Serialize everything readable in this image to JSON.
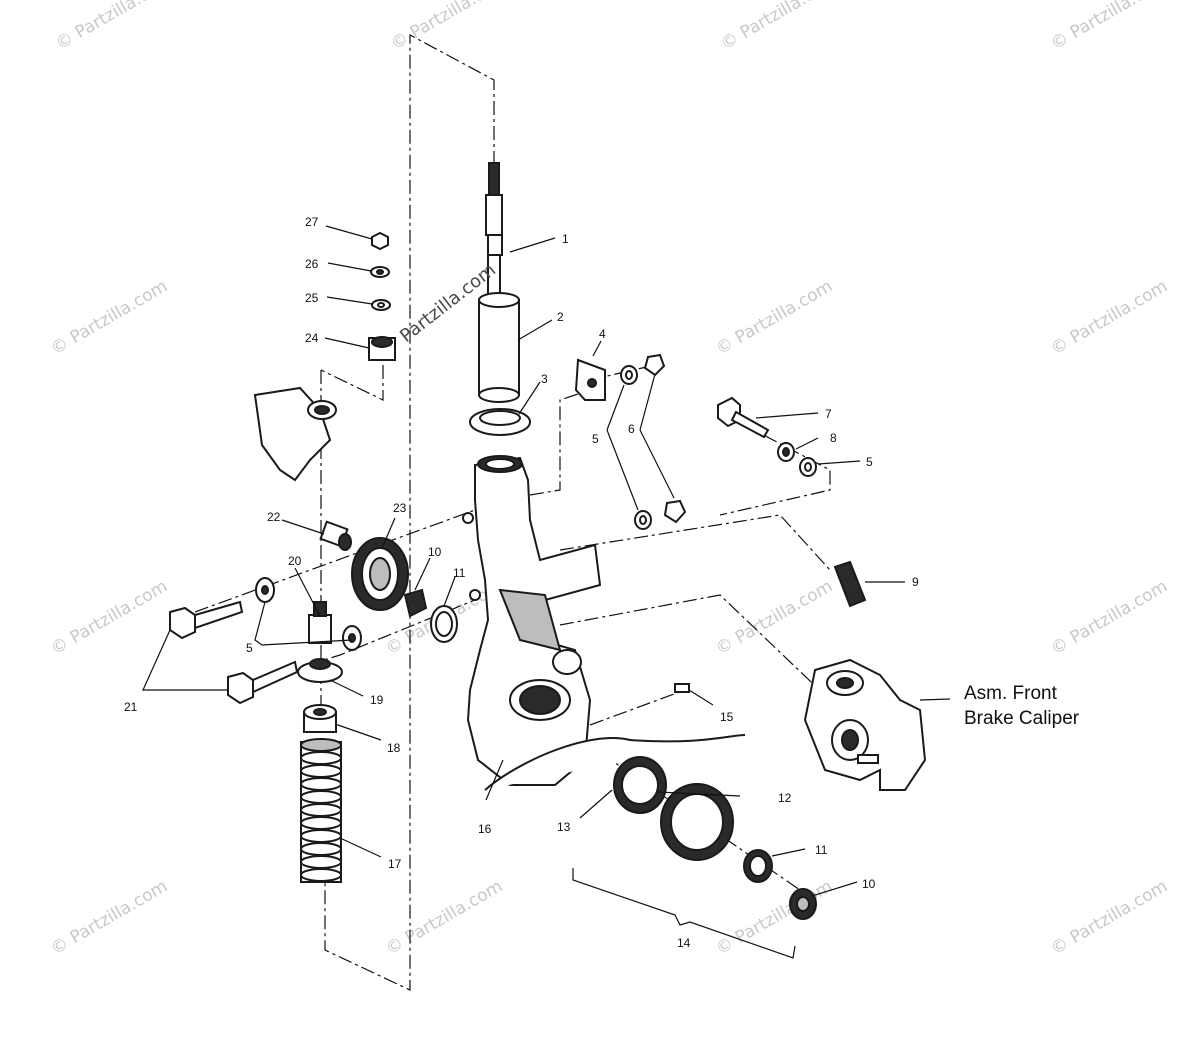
{
  "watermark": {
    "text": "© Partzilla.com",
    "overlay_text": "Partzilla.com"
  },
  "callouts": {
    "c1": "1",
    "c2": "2",
    "c3": "3",
    "c4": "4",
    "c5a": "5",
    "c5b": "5",
    "c5c": "5",
    "c6": "6",
    "c7": "7",
    "c8": "8",
    "c9": "9",
    "c10a": "10",
    "c10b": "10",
    "c11a": "11",
    "c11b": "11",
    "c12": "12",
    "c13": "13",
    "c14": "14",
    "c15": "15",
    "c16": "16",
    "c17": "17",
    "c18": "18",
    "c19": "19",
    "c20": "20",
    "c21": "21",
    "c22": "22",
    "c23": "23",
    "c24": "24",
    "c25": "25",
    "c26": "26",
    "c27": "27"
  },
  "caliper_label": {
    "line1": "Asm. Front",
    "line2": "Brake Caliper"
  }
}
